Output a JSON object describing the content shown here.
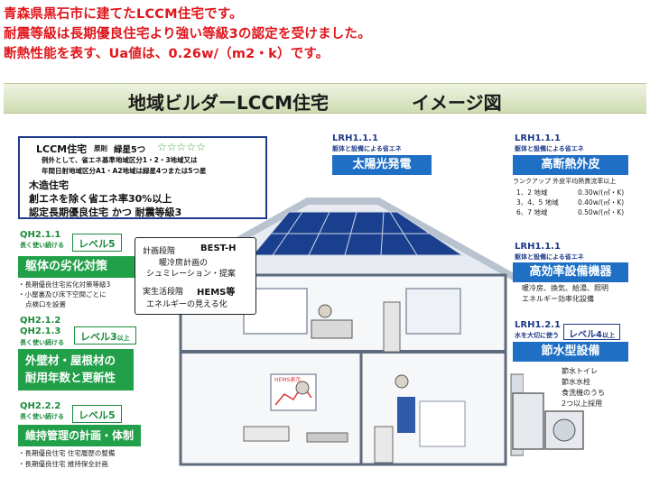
{
  "header": {
    "line1": "青森県黒石市に建てたLCCM住宅です。",
    "line2": "耐震等級は長期優良住宅より強い等級3の認定を受けました。",
    "line3": "断熱性能を表す、Ua値は、0.26w/（m2・k）です。"
  },
  "banner": {
    "title": "地域ビルダーLCCM住宅",
    "subtitle": "イメージ図"
  },
  "infobox": {
    "head": "LCCM住宅",
    "head_note": "原則",
    "head_green": "緑星5つ",
    "stars": "☆☆☆☆☆",
    "line1": "例外として、省エネ基準地域区分1・2・3地域又は",
    "line2": "年間日射地域区分A1・A2地域は緑星4つまたは5つ星",
    "line3": "木造住宅",
    "line4": "創エネを除く省エネ率30%以上",
    "line5": "認定長期優良住宅 かつ 耐震等級3"
  },
  "left": {
    "item1": {
      "code": "QH2.1.1",
      "tag": "長く使い続ける",
      "level": "レベル5",
      "title": "躯体の劣化対策",
      "note1": "・長期優良住宅劣化対策等級3",
      "note2": "・小屋裏及び床下空間ごとに",
      "note3": "点検口を設置"
    },
    "item2": {
      "code1": "QH2.1.2",
      "code2": "QH2.1.3",
      "tag": "長く使い続ける",
      "level": "レベル3",
      "level_suffix": "以上",
      "title1": "外壁材・屋根材の",
      "title2": "耐用年数と更新性"
    },
    "item3": {
      "code": "QH2.2.2",
      "tag": "長く使い続ける",
      "level": "レベル5",
      "title": "維持管理の計画・体制",
      "note1": "・長期優良住宅 住宅履歴の整備",
      "note2": "・長期優良住宅 維持保全計画"
    }
  },
  "callout": {
    "line1a": "計画段階",
    "line1b": "BEST-H",
    "line2": "暖冷房計画の",
    "line3": "シュミレーション・提案",
    "line4a": "実生活段階",
    "line4b": "HEMS等",
    "line5": "エネルギーの見える化"
  },
  "center_top": {
    "code": "LRH1.1.1",
    "tag": "躯体と設備による省エネ",
    "title": "太陽光発電"
  },
  "right": {
    "item1": {
      "code": "LRH1.1.1",
      "tag": "躯体と設備による省エネ",
      "title": "高断熱外皮",
      "note_head": "ランクアップ 外皮平均熱貫流率以上",
      "rows": [
        {
          "region": "1、2 地域",
          "value": "0.30w/(㎡・K)"
        },
        {
          "region": "3、4、5 地域",
          "value": "0.40w/(㎡・K)"
        },
        {
          "region": "6、7 地域",
          "value": "0.50w/(㎡・K)"
        }
      ]
    },
    "item2": {
      "code": "LRH1.1.1",
      "tag": "躯体と設備による省エネ",
      "title": "高効率設備機器",
      "note1": "暖冷房、換気、給湯、照明",
      "note2": "エネルギー効率化設備"
    },
    "item3": {
      "code": "LRH1.2.1",
      "tag": "水を大切に使う",
      "level": "レベル4",
      "level_suffix": "以上",
      "title": "節水型設備",
      "note1": "節水トイレ",
      "note2": "節水水栓",
      "note3": "食洗機のうち",
      "note4": "2つ以上採用"
    }
  },
  "illustration": {
    "hems_label": "HEMS表示"
  },
  "colors": {
    "red": "#e0161c",
    "green": "#22a049",
    "blue": "#1f6fc4",
    "navy": "#1e3a8a"
  }
}
